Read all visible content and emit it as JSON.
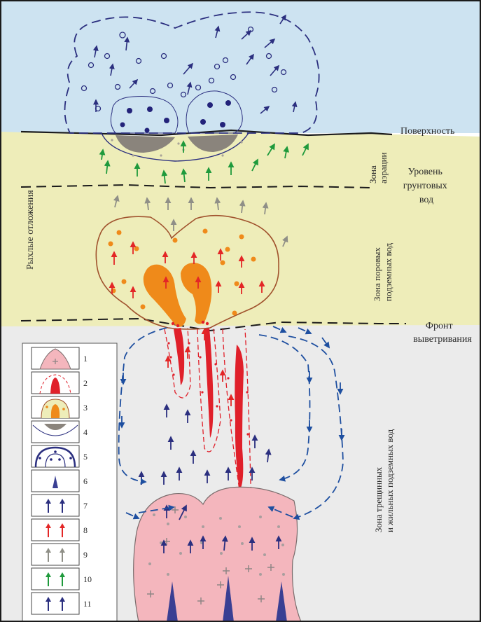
{
  "labels": {
    "surface": "Поверхность",
    "aeration_zone": [
      "Зона",
      "аэрации"
    ],
    "groundwater_level": [
      "Уровень",
      "грунтовых",
      "вод"
    ],
    "pore_water_zone": [
      "Зона поровых",
      "подземных вод"
    ],
    "weathering_front": [
      "Фронт",
      "выветривания"
    ],
    "fracture_zone": [
      "Зона трещинных",
      "и жильных подземных вод"
    ],
    "loose_sediments": "Рыхлые отложения"
  },
  "legend": [
    "1",
    "2",
    "3",
    "4",
    "5",
    "6",
    "7",
    "8",
    "9",
    "10",
    "11"
  ],
  "colors": {
    "sky": "#cde3f1",
    "sediment": "#eeedb9",
    "bedrock": "#ebebeb",
    "granite": "#f4b6bd",
    "ore_orange": "#ef8a1a",
    "vein_red": "#e0202a",
    "arrow_navy": "#2b2f7f",
    "arrow_blue": "#1e4fa0",
    "arrow_red": "#e32626",
    "arrow_gray": "#8f8f87",
    "arrow_green": "#1f9a3c",
    "lens_gray": "#8a847c"
  }
}
